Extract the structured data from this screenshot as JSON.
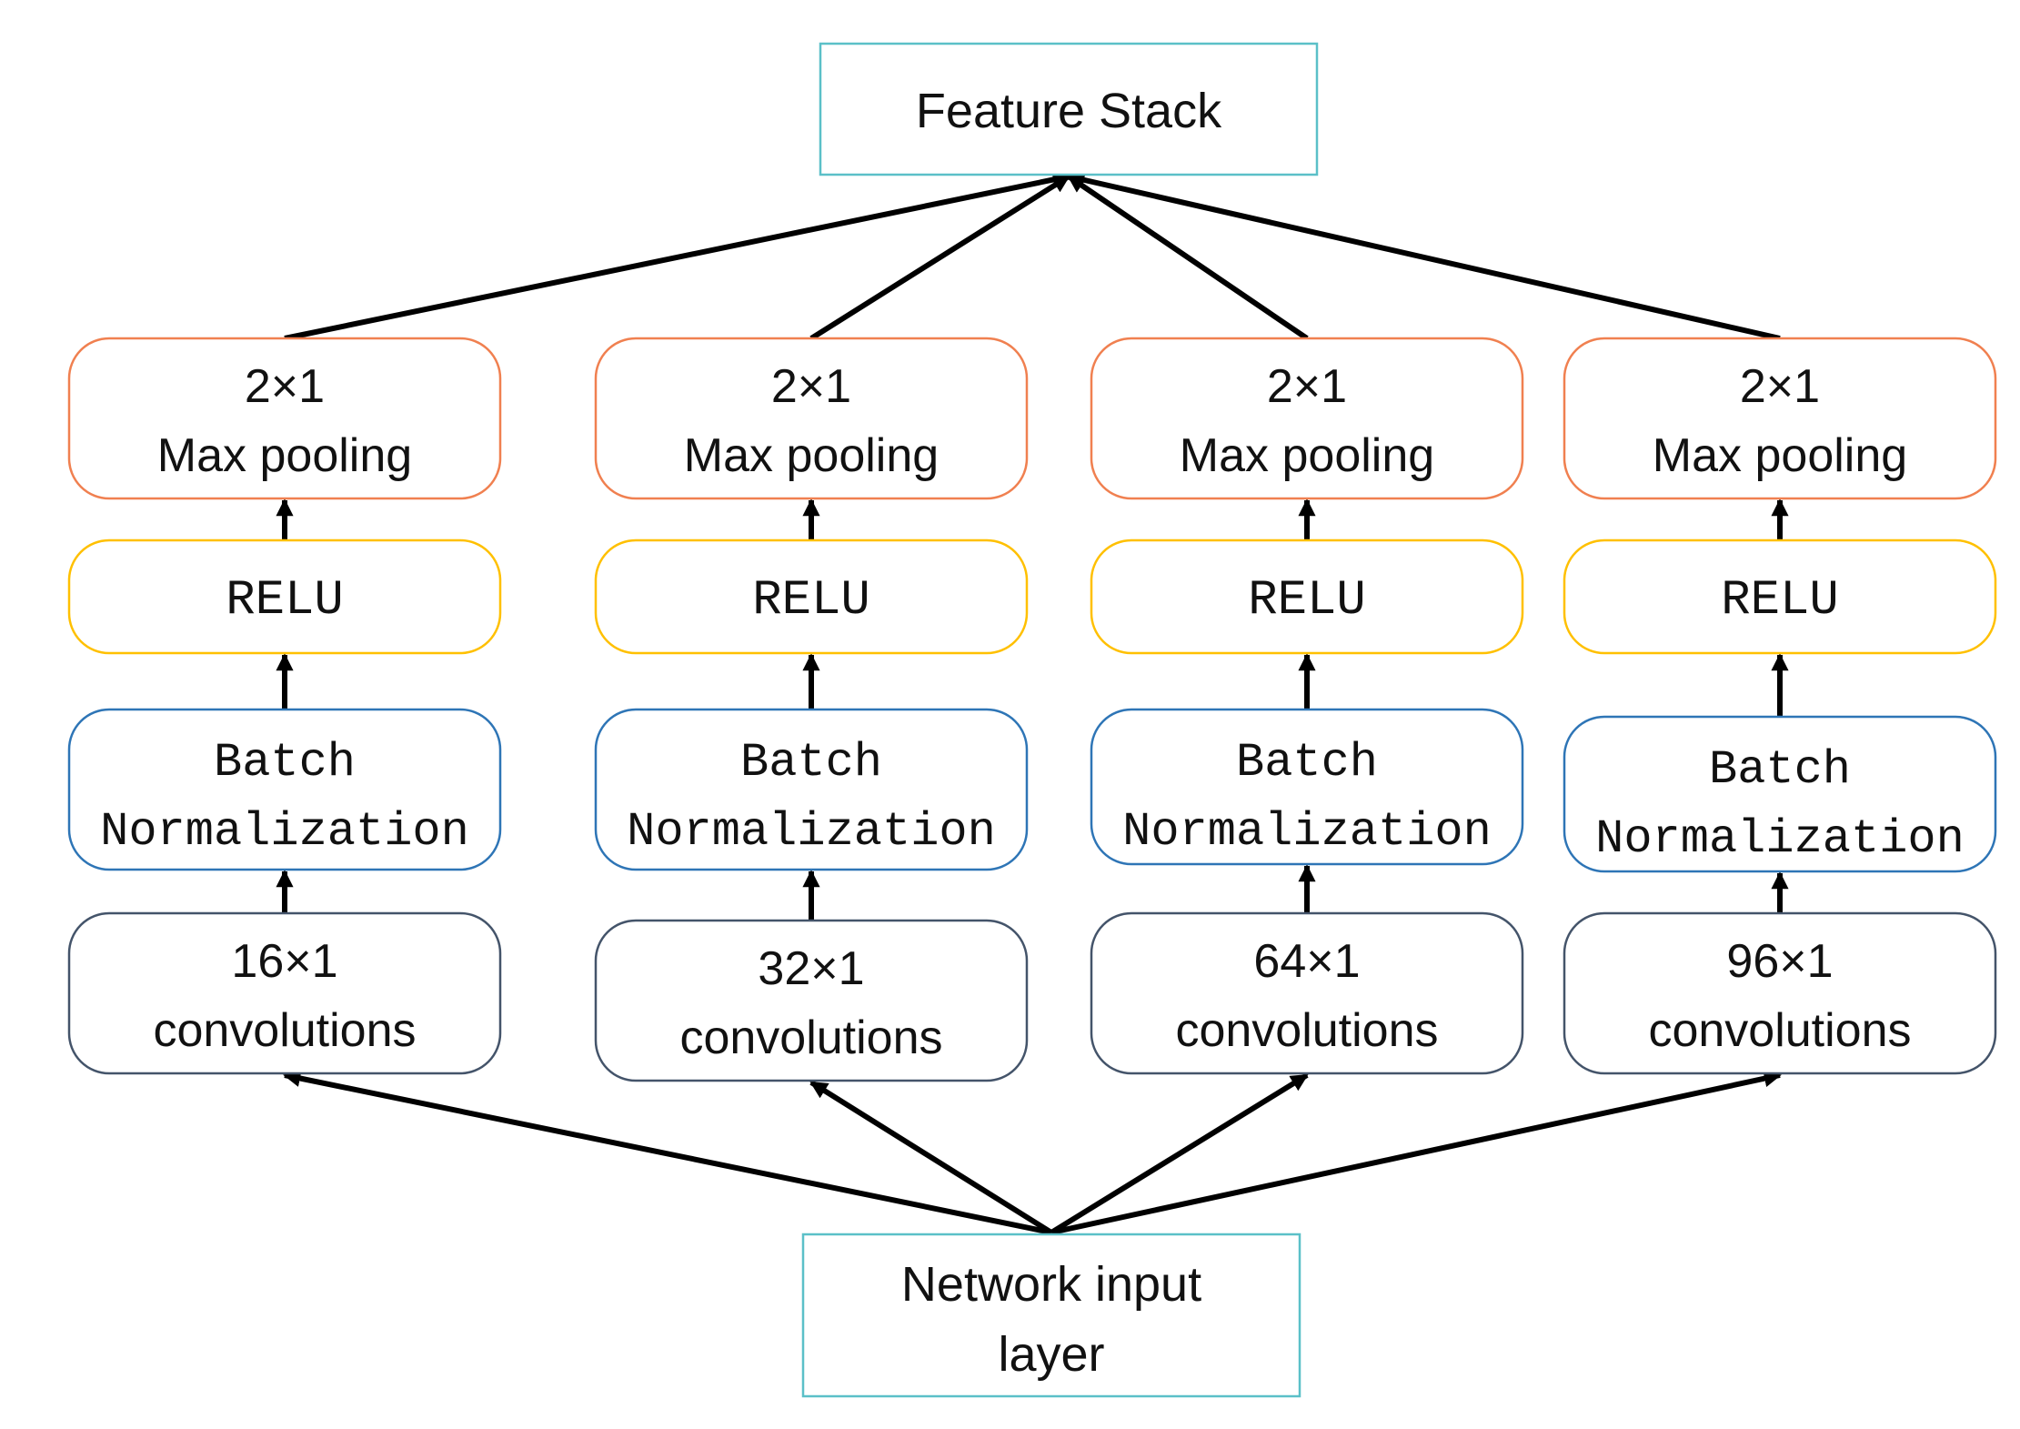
{
  "top_node": {
    "label": "Feature Stack"
  },
  "bottom_node": {
    "lines": [
      "Network input",
      "layer"
    ]
  },
  "branches": [
    {
      "pool": [
        "2×1",
        "Max pooling"
      ],
      "activation": "RELU",
      "norm": [
        "Batch",
        "Normalization"
      ],
      "conv": [
        "16×1",
        "convolutions"
      ]
    },
    {
      "pool": [
        "2×1",
        "Max pooling"
      ],
      "activation": "RELU",
      "norm": [
        "Batch",
        "Normalization"
      ],
      "conv": [
        "32×1",
        "convolutions"
      ]
    },
    {
      "pool": [
        "2×1",
        "Max pooling"
      ],
      "activation": "RELU",
      "norm": [
        "Batch",
        "Normalization"
      ],
      "conv": [
        "64×1",
        "convolutions"
      ]
    },
    {
      "pool": [
        "2×1",
        "Max pooling"
      ],
      "activation": "RELU",
      "norm": [
        "Batch",
        "Normalization"
      ],
      "conv": [
        "96×1",
        "convolutions"
      ]
    }
  ],
  "colors": {
    "terminal_border": "#5bc0c8",
    "pool_border": "#f08050",
    "activation_border": "#ffc000",
    "norm_border": "#2e75b6",
    "conv_border": "#44546a",
    "arrow": "#000000"
  }
}
